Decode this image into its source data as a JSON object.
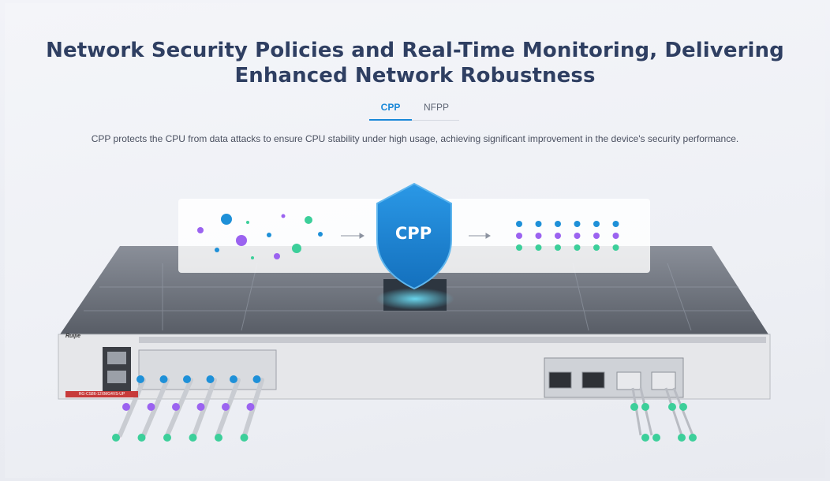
{
  "headline": {
    "line1": "Network Security Policies and Real-Time Monitoring, Delivering",
    "line2": "Enhanced Network Robustness"
  },
  "tabs": [
    {
      "label": "CPP",
      "active": true
    },
    {
      "label": "NFPP",
      "active": false
    }
  ],
  "description": "CPP protects the CPU from data attacks to ensure CPU stability under high usage, achieving significant improvement in the device's security performance.",
  "diagram": {
    "shield_label": "CPP",
    "brand": "Ruijie",
    "model": "RG-CS86-12XMG4VS-UP"
  },
  "colors": {
    "title": "#2f3f62",
    "accent_blue": "#1a88d8",
    "dot_blue": "#1e90d8",
    "dot_purple": "#9b63f0",
    "dot_green": "#3ccf9a",
    "shield": "#1d83cf"
  }
}
